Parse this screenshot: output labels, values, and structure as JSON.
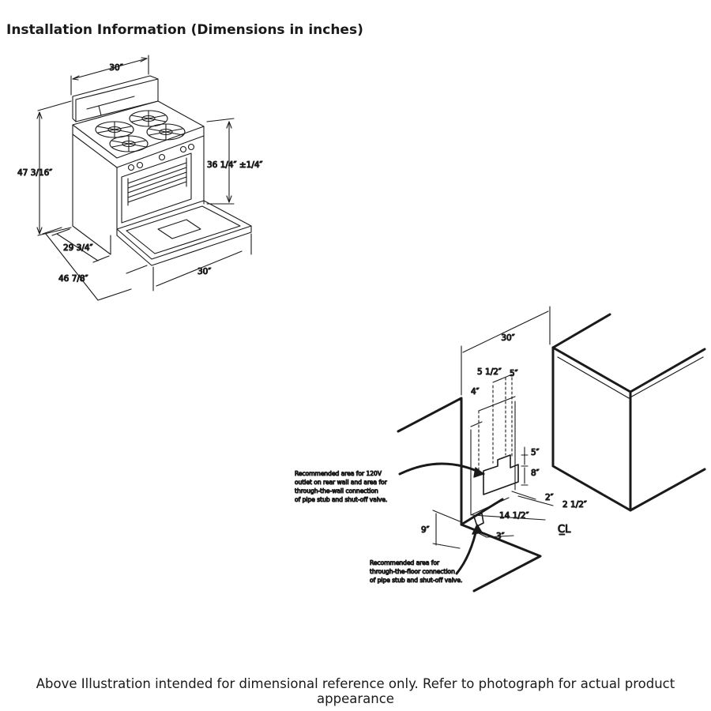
{
  "title": "Installation Information (Dimensions in inches)",
  "footer": "Above Illustration intended for dimensional reference only. Refer to photograph for actual product appearance",
  "range_dims": {
    "width_top": "30″",
    "overall_height": "47 3/16″",
    "cooktop_height": "36 1/4″ ±1/4″",
    "depth": "29 3/4″",
    "depth_door_open": "46 7/8″",
    "width_front": "30″"
  },
  "install_dims": {
    "width": "30″",
    "d_5_1_2": "5 1/2″",
    "d_5_top": "5″",
    "d_4": "4″",
    "d_5_side": "5″",
    "d_8": "8″",
    "d_2": "2″",
    "d_2_1_2": "2 1/2″",
    "d_14_1_2": "14 1/2″",
    "d_9": "9″",
    "d_3": "3″",
    "centerline": "C̲L"
  },
  "notes": {
    "wall_area": [
      "Recommended area for 120V",
      "outlet on rear wall and area for",
      "through-the-wall connection",
      "of pipe stub and shut-off valve."
    ],
    "floor_area": [
      "Recommended area for",
      "through-the-floor connection",
      "of pipe stub and shut-off valve."
    ]
  }
}
